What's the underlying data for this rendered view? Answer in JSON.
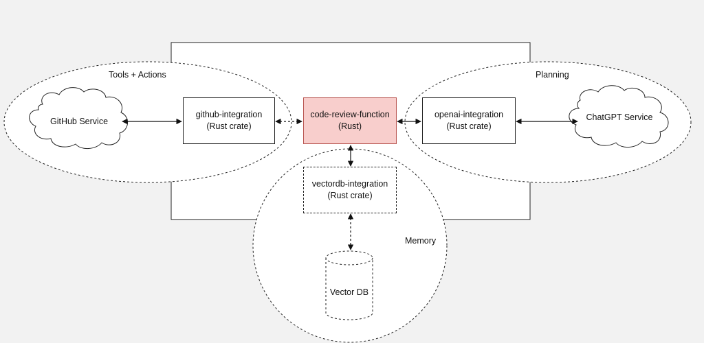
{
  "groups": {
    "tools": "Tools + Actions",
    "planning": "Planning",
    "memory": "Memory"
  },
  "nodes": {
    "github_service": "GitHub Service",
    "github_integration": {
      "line1": "github-integration",
      "line2": "(Rust crate)"
    },
    "code_review": {
      "line1": "code-review-function",
      "line2": "(Rust)"
    },
    "openai_integration": {
      "line1": "openai-integration",
      "line2": "(Rust crate)"
    },
    "chatgpt_service": "ChatGPT Service",
    "vectordb_integration": {
      "line1": "vectordb-integration",
      "line2": "(Rust crate)"
    },
    "vector_db": "Vector DB"
  },
  "colors": {
    "background": "#f2f2f2",
    "highlight_fill": "#f8cecc",
    "highlight_stroke": "#b85450",
    "stroke": "#222222"
  }
}
